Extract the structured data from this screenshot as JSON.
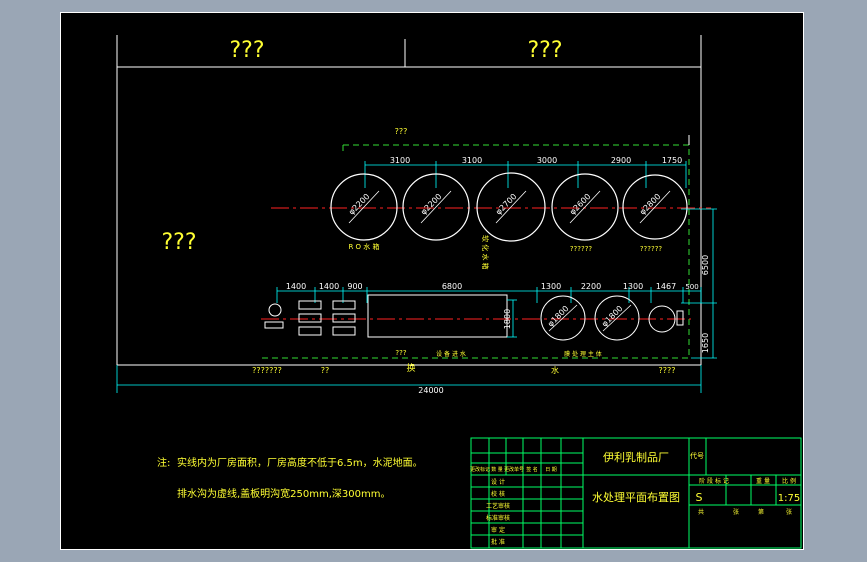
{
  "zones": {
    "top_left": "???",
    "top_right": "???",
    "left_area": "???",
    "upper_dash": "???"
  },
  "tanks_top": {
    "dims": [
      "3100",
      "3100",
      "3000",
      "2900",
      "1750"
    ],
    "diameters": [
      "φ2200",
      "φ2200",
      "φ2700",
      "φ2600",
      "φ2800"
    ],
    "labels": [
      "R O 水 箱",
      "软 化 水 箱",
      "??????",
      "??????"
    ]
  },
  "lower_row": {
    "dims": [
      "1400",
      "1400",
      "900",
      "6800",
      "1300",
      "2200",
      "1300",
      "1467",
      "500"
    ],
    "diameters": [
      "φ1800",
      "φ1800"
    ],
    "height_label": "1800",
    "dash_labels": [
      "???",
      "设 备 进 水",
      "膜 处 理 主 体"
    ],
    "arrow_label": "换"
  },
  "right_dims": [
    "6500",
    "1650"
  ],
  "bottom": {
    "labels": [
      "???????",
      "??",
      "水",
      "????"
    ],
    "total": "24000"
  },
  "notes": {
    "line1_prefix": "注:",
    "line1": "实线内为厂房面积，厂房高度不低于6.5m，水泥地面。",
    "line2": "排水沟为虚线,盖板明沟宽250mm,深300mm。"
  },
  "title_block": {
    "company": "伊利乳制品厂",
    "drawing_name": "水处理平面布置图",
    "code_label": "代号",
    "scale": "1:75",
    "stage": "S",
    "header_cells": [
      "阶 段 标 记",
      "重 量",
      "比 例"
    ],
    "footer_cells": [
      "共",
      "张",
      "第",
      "张"
    ],
    "left_header": [
      "更改标记",
      "数 量",
      "更改单号",
      "签 名",
      "日 期"
    ],
    "left_rows": [
      "设 计",
      "校 核",
      "工艺审核",
      "标准审核",
      "审 定",
      "批 准"
    ]
  },
  "colors": {
    "frame": "#ffffff",
    "dim": "#00ffff",
    "dash_green": "#33dd33",
    "centerline": "#ff2222",
    "yellow": "#ffff33",
    "magenta": "#ff44ff"
  }
}
